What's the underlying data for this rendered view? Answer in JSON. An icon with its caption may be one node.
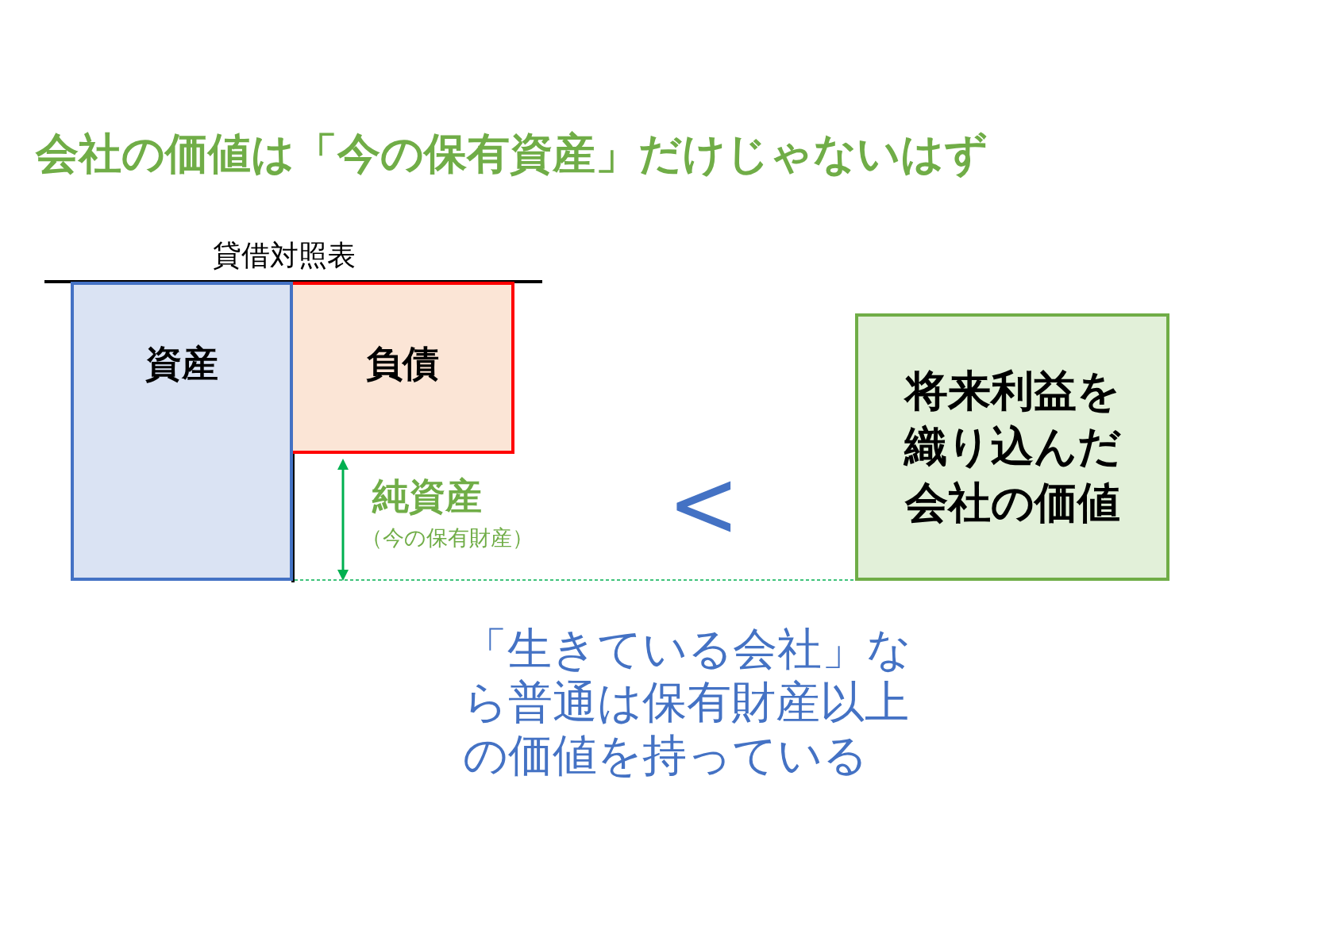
{
  "diagram": {
    "title": "会社の価値は「今の保有資産」だけじゃないはず",
    "nodes": [
      {
        "text": [
          "資産"
        ]
      },
      {
        "text": [
          "負債"
        ]
      },
      {
        "text": [
          "将来利益を織り込んだ会社の価値"
        ]
      }
    ],
    "edges": [
      {
        "from": 0,
        "to": 2,
        "arrow": "none",
        "style": "dashed",
        "color": "#00b050"
      }
    ],
    "labels": [
      "貸借対照表",
      "純資産",
      "（今の保有財産）",
      "<",
      "「生きている会社」なら普通は保有財産以上の価値を持っている"
    ]
  }
}
